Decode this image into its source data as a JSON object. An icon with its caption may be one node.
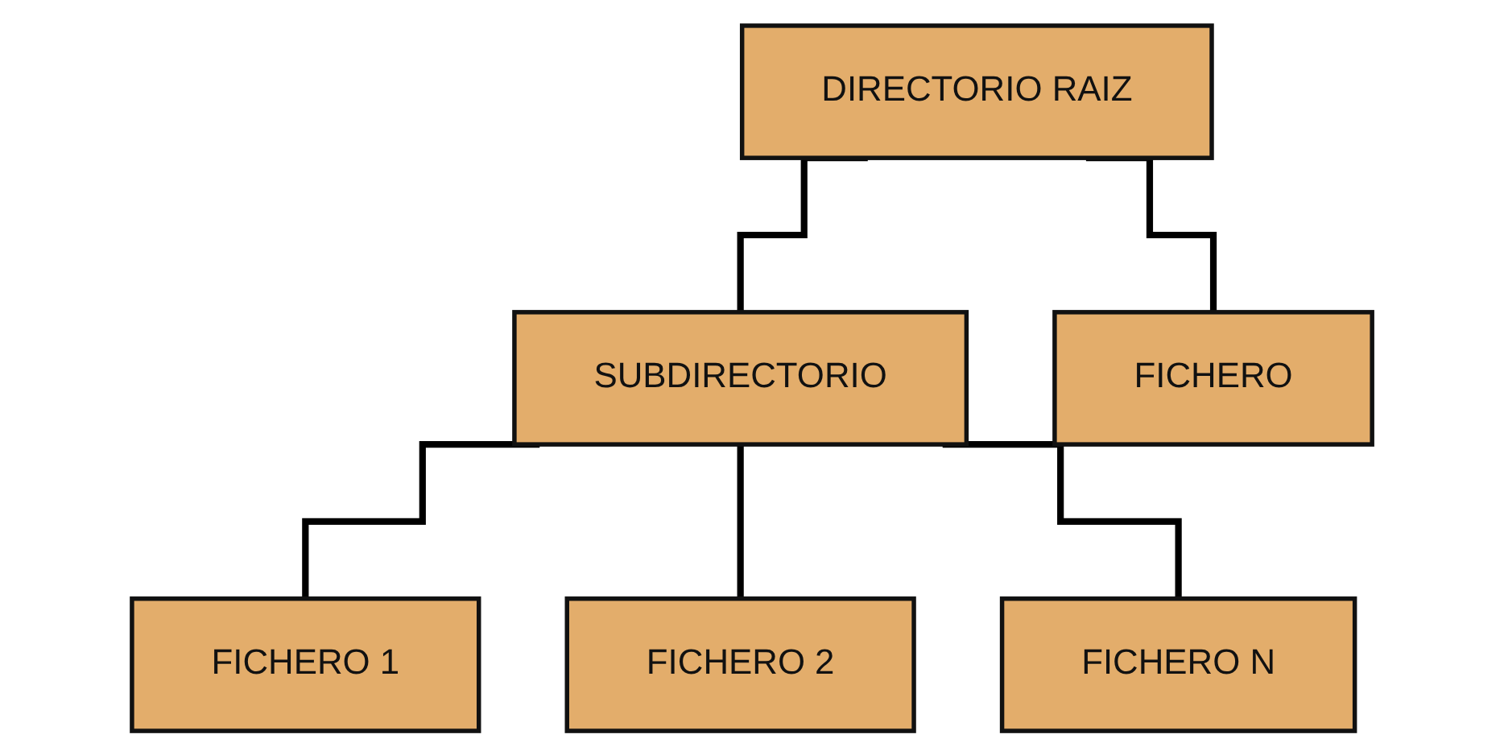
{
  "diagram": {
    "nodes": [
      {
        "text": [
          "DIRECTORIO RAIZ"
        ]
      },
      {
        "text": [
          "SUBDIRECTORIO"
        ]
      },
      {
        "text": [
          "FICHERO"
        ]
      },
      {
        "text": [
          "FICHERO 1"
        ]
      },
      {
        "text": [
          "FICHERO 2"
        ]
      },
      {
        "text": [
          "FICHERO N"
        ]
      }
    ],
    "edges": [
      {
        "from": 0,
        "to": 1,
        "arrow": "none"
      },
      {
        "from": 0,
        "to": 2,
        "arrow": "none"
      },
      {
        "from": 1,
        "to": 3,
        "arrow": "none"
      },
      {
        "from": 1,
        "to": 4,
        "arrow": "none"
      },
      {
        "from": 1,
        "to": 5,
        "arrow": "none"
      }
    ]
  }
}
